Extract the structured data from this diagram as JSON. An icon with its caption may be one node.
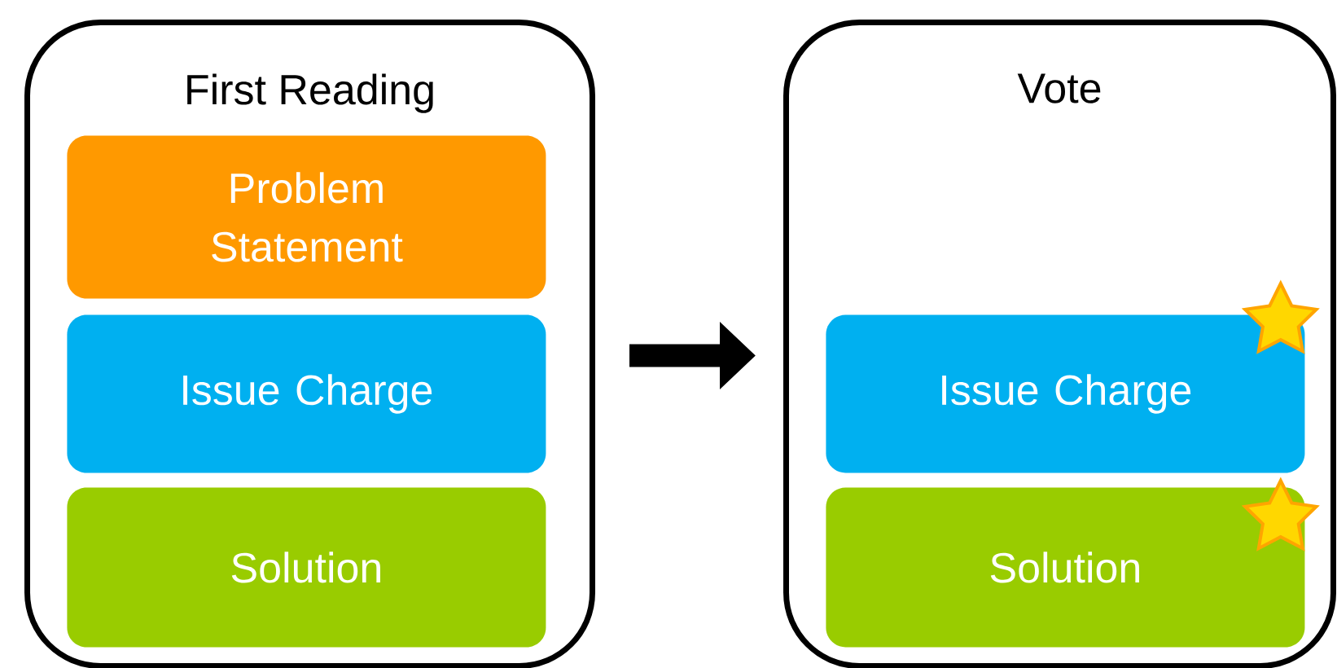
{
  "diagram": {
    "nodes": [
      {
        "text": [
          "First Reading"
        ]
      },
      {
        "text": [
          "Problem Statement"
        ],
        "in": 0
      },
      {
        "text": [
          "Issue Charge"
        ],
        "in": 0
      },
      {
        "text": [
          "Solution"
        ],
        "in": 0
      },
      {
        "text": [
          "Vote"
        ]
      },
      {
        "text": [
          "Issue Charge"
        ],
        "in": 4
      },
      {
        "text": [
          "Solution"
        ],
        "in": 4
      }
    ],
    "edges": [
      {
        "from": 0,
        "to": 4,
        "arrow": "to"
      }
    ]
  }
}
